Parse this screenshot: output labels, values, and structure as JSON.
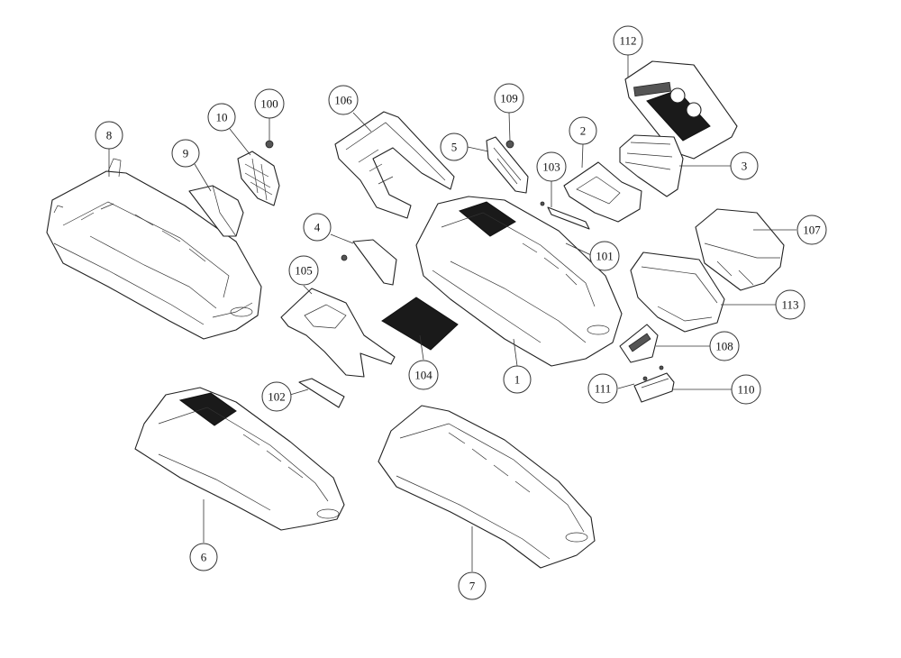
{
  "diagram": {
    "callouts": [
      {
        "id": "c-1",
        "label": "1"
      },
      {
        "id": "c-2",
        "label": "2"
      },
      {
        "id": "c-3",
        "label": "3"
      },
      {
        "id": "c-4",
        "label": "4"
      },
      {
        "id": "c-5",
        "label": "5"
      },
      {
        "id": "c-6",
        "label": "6"
      },
      {
        "id": "c-7",
        "label": "7"
      },
      {
        "id": "c-8",
        "label": "8"
      },
      {
        "id": "c-9",
        "label": "9"
      },
      {
        "id": "c-10",
        "label": "10"
      },
      {
        "id": "c-100",
        "label": "100"
      },
      {
        "id": "c-101",
        "label": "101"
      },
      {
        "id": "c-102",
        "label": "102"
      },
      {
        "id": "c-103",
        "label": "103"
      },
      {
        "id": "c-104",
        "label": "104"
      },
      {
        "id": "c-105",
        "label": "105"
      },
      {
        "id": "c-106",
        "label": "106"
      },
      {
        "id": "c-107",
        "label": "107"
      },
      {
        "id": "c-108",
        "label": "108"
      },
      {
        "id": "c-109",
        "label": "109"
      },
      {
        "id": "c-110",
        "label": "110"
      },
      {
        "id": "c-111",
        "label": "111"
      },
      {
        "id": "c-112",
        "label": "112"
      },
      {
        "id": "c-113",
        "label": "113"
      }
    ]
  }
}
